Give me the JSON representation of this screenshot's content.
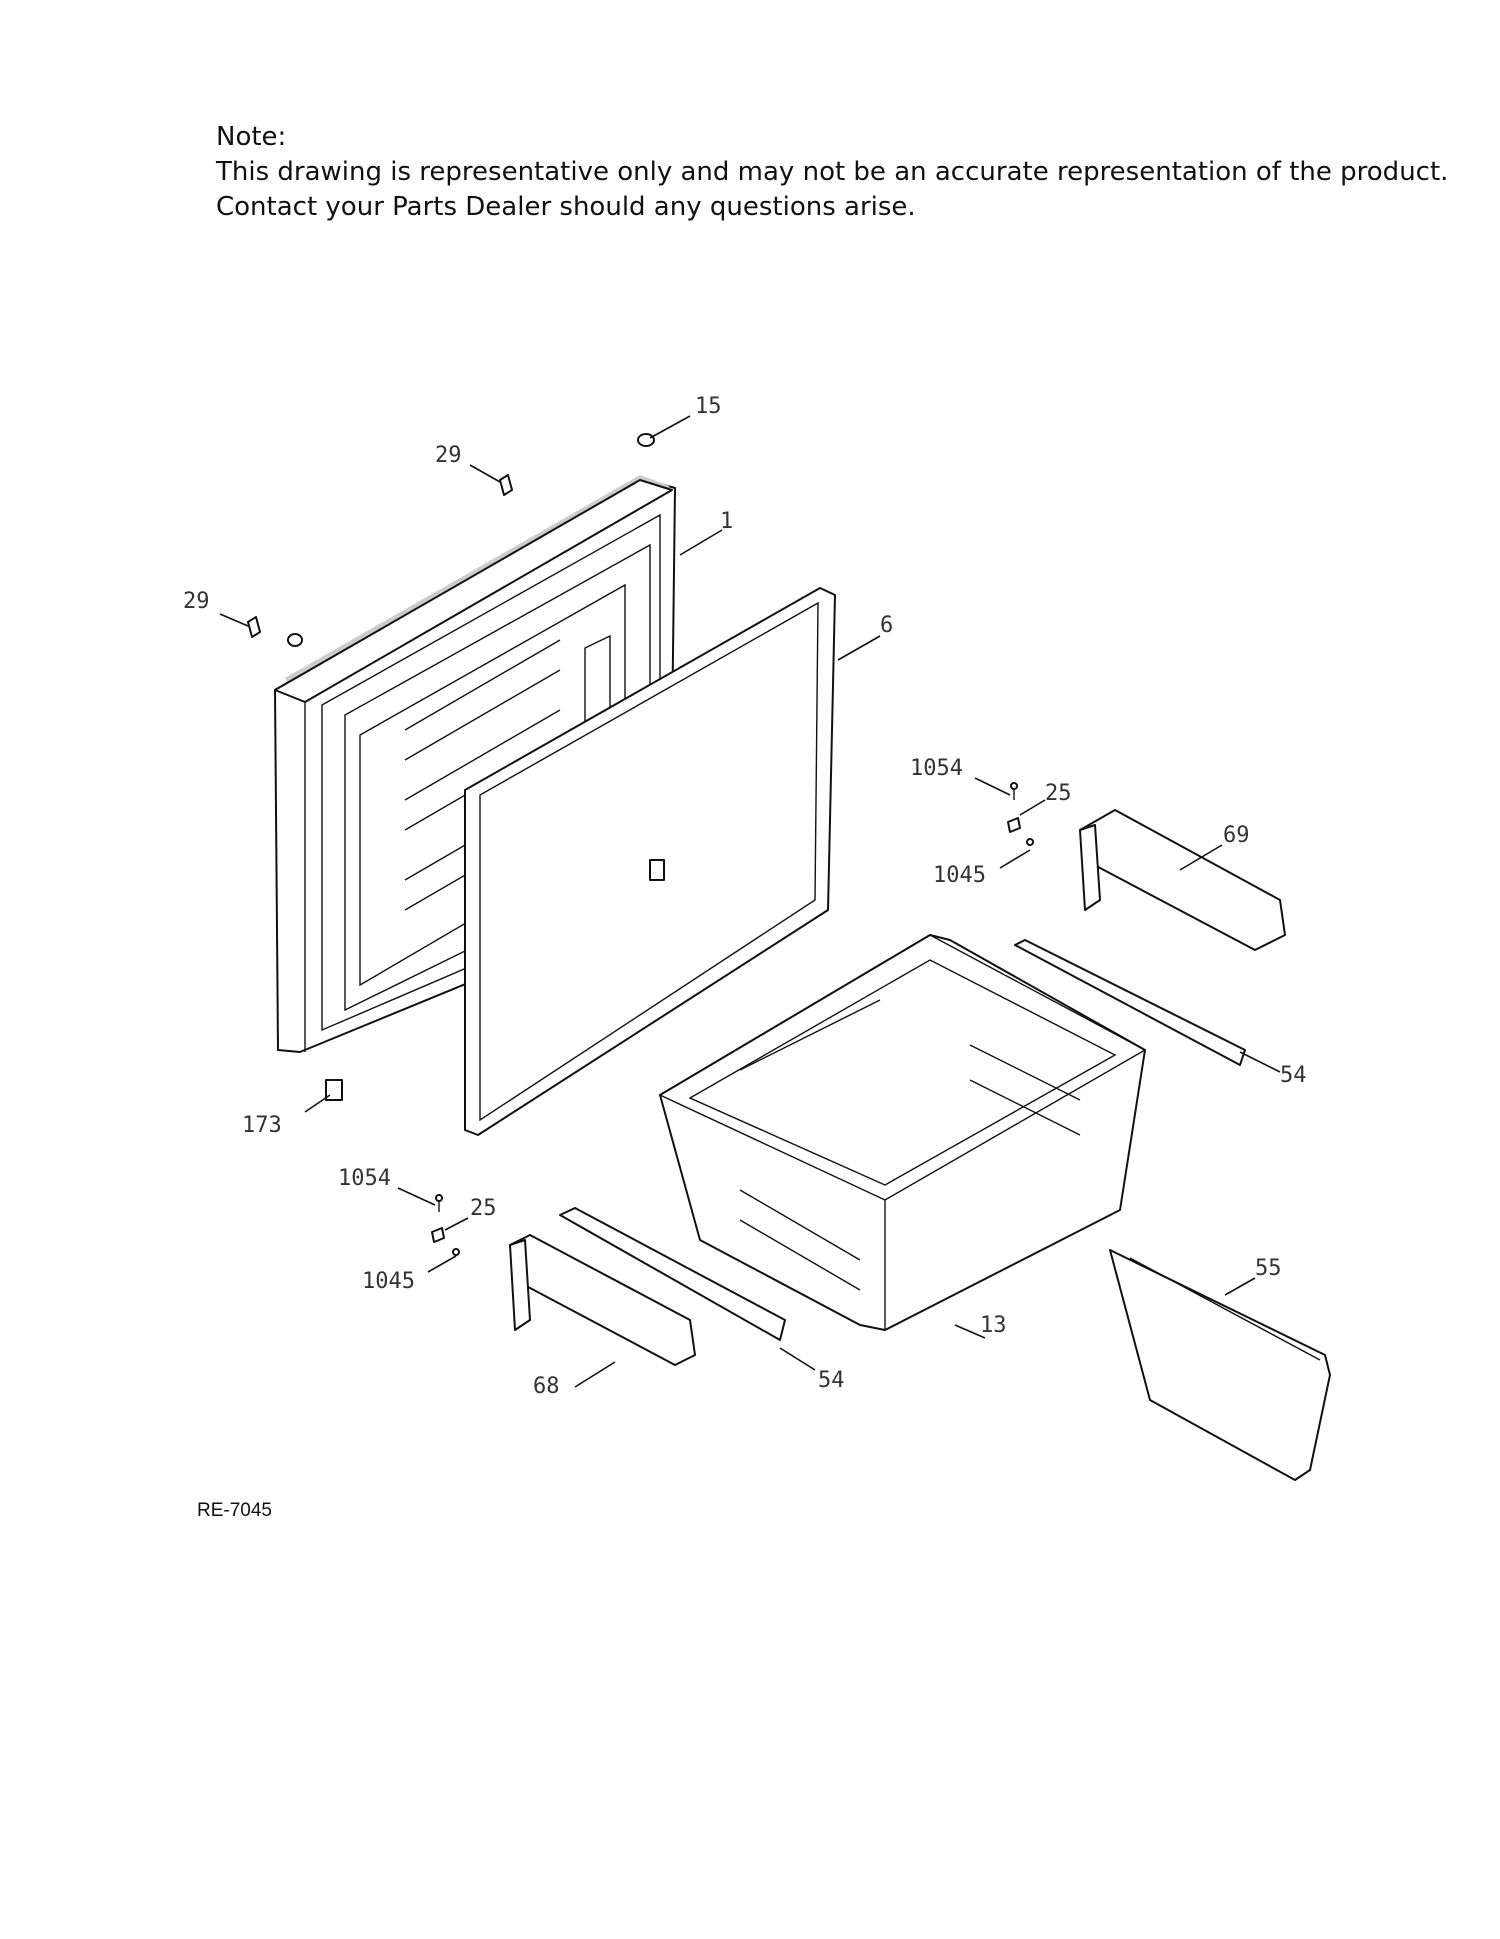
{
  "note": {
    "heading": "Note:",
    "line1": "This drawing is representative only and may not be an accurate representation of the product.",
    "line2": "Contact your Parts Dealer should any questions arise."
  },
  "diagram_code": "RE-7045",
  "callouts": [
    {
      "id": "c15",
      "text": "15"
    },
    {
      "id": "c29a",
      "text": "29"
    },
    {
      "id": "c29b",
      "text": "29"
    },
    {
      "id": "c1",
      "text": "1"
    },
    {
      "id": "c6",
      "text": "6"
    },
    {
      "id": "c1054a",
      "text": "1054"
    },
    {
      "id": "c25a",
      "text": "25"
    },
    {
      "id": "c69",
      "text": "69"
    },
    {
      "id": "c1045a",
      "text": "1045"
    },
    {
      "id": "c54a",
      "text": "54"
    },
    {
      "id": "c173",
      "text": "173"
    },
    {
      "id": "c1054b",
      "text": "1054"
    },
    {
      "id": "c25b",
      "text": "25"
    },
    {
      "id": "c1045b",
      "text": "1045"
    },
    {
      "id": "c55",
      "text": "55"
    },
    {
      "id": "c13",
      "text": "13"
    },
    {
      "id": "c68",
      "text": "68"
    },
    {
      "id": "c54b",
      "text": "54"
    }
  ]
}
